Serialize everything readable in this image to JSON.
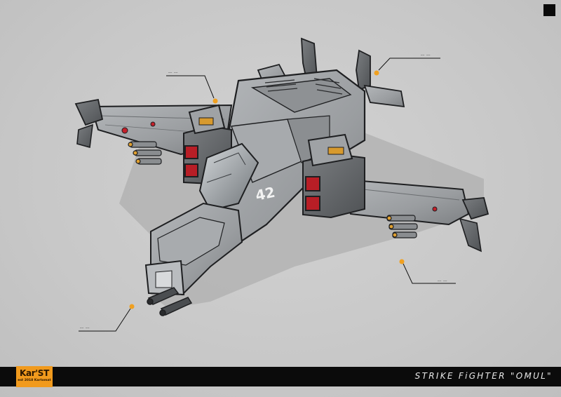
{
  "artwork": {
    "subject": "strike-fighter",
    "hull_number": "42",
    "colors": {
      "background": "#c9c9c9",
      "hull_light": "#a3a6a9",
      "hull_mid": "#8b8e91",
      "hull_dark": "#54575a",
      "outline": "#1e1f21",
      "accent_red": "#c4202a",
      "callout_dot": "#f0a020"
    }
  },
  "callouts": [
    {
      "text": "—— ——"
    },
    {
      "text": "—— ——"
    },
    {
      "text": "—— ——"
    },
    {
      "text": "—— ——"
    }
  ],
  "footer": {
    "logo": "Kar'ST",
    "logo_sub": "est 2018 Kartomat",
    "title": "STRIKE FiGHTER \"OMUL\""
  }
}
